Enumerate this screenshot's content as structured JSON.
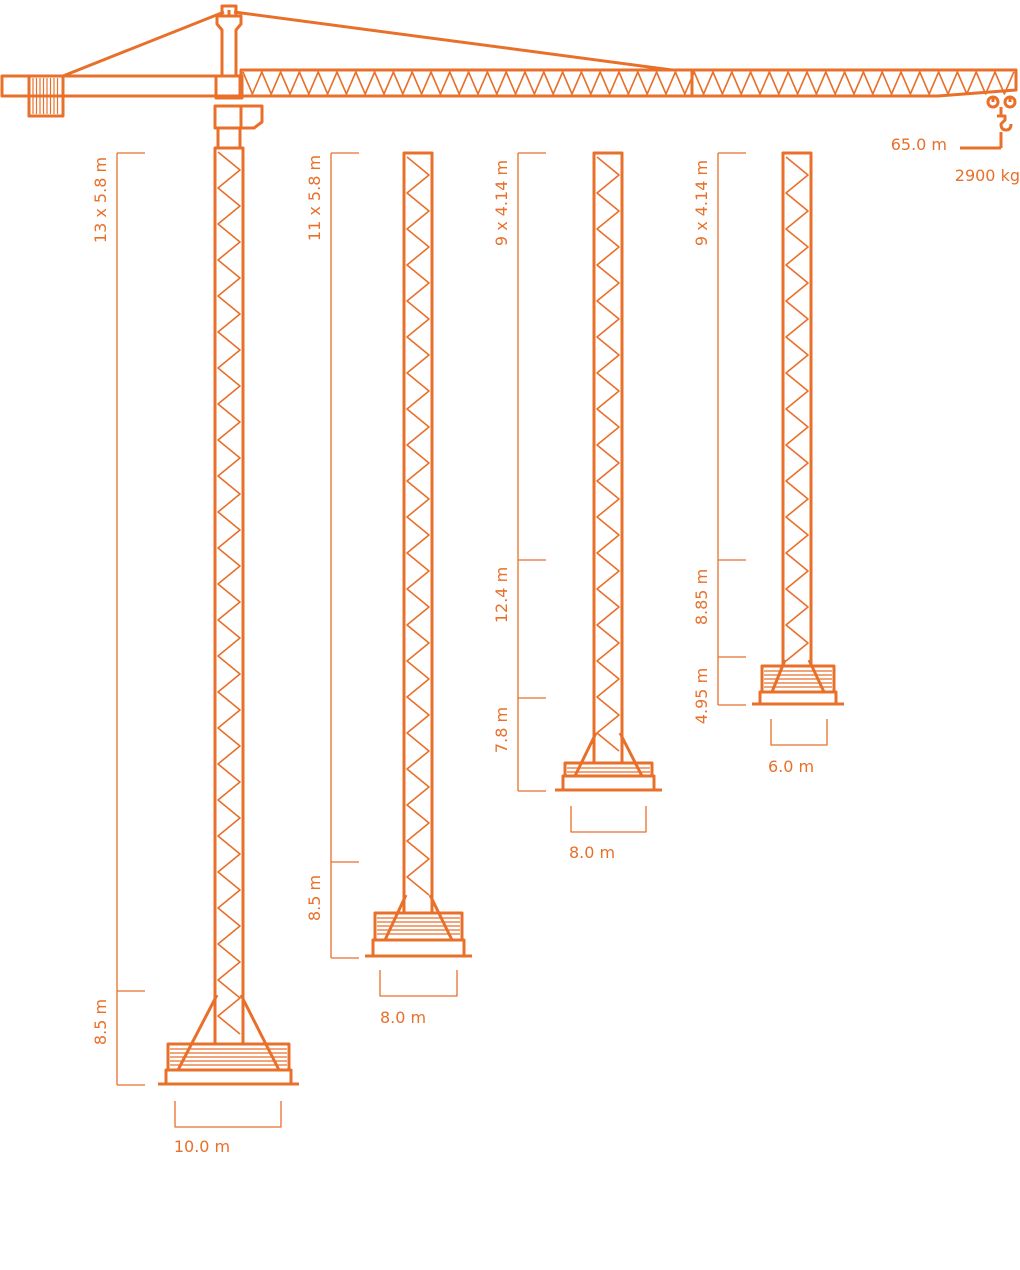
{
  "colors": {
    "primary": "#e8702a",
    "background": "#ffffff"
  },
  "jib": {
    "radius_label": "65.0 m",
    "capacity_label": "2900 kg"
  },
  "towers": [
    {
      "id": "tower-1",
      "upper_label": "13 x 5.8 m",
      "lower_label": "8.5 m",
      "base_label": "10.0 m"
    },
    {
      "id": "tower-2",
      "upper_label": "11 x 5.8 m",
      "lower_label": "8.5 m",
      "base_label": "8.0 m"
    },
    {
      "id": "tower-3",
      "upper_label": "9 x 4.14 m",
      "middle_label": "12.4 m",
      "lower_label": "7.8 m",
      "base_label": "8.0 m"
    },
    {
      "id": "tower-4",
      "upper_label": "9 x 4.14 m",
      "middle_label": "8.85 m",
      "lower_label": "4.95 m",
      "base_label": "6.0 m"
    }
  ]
}
